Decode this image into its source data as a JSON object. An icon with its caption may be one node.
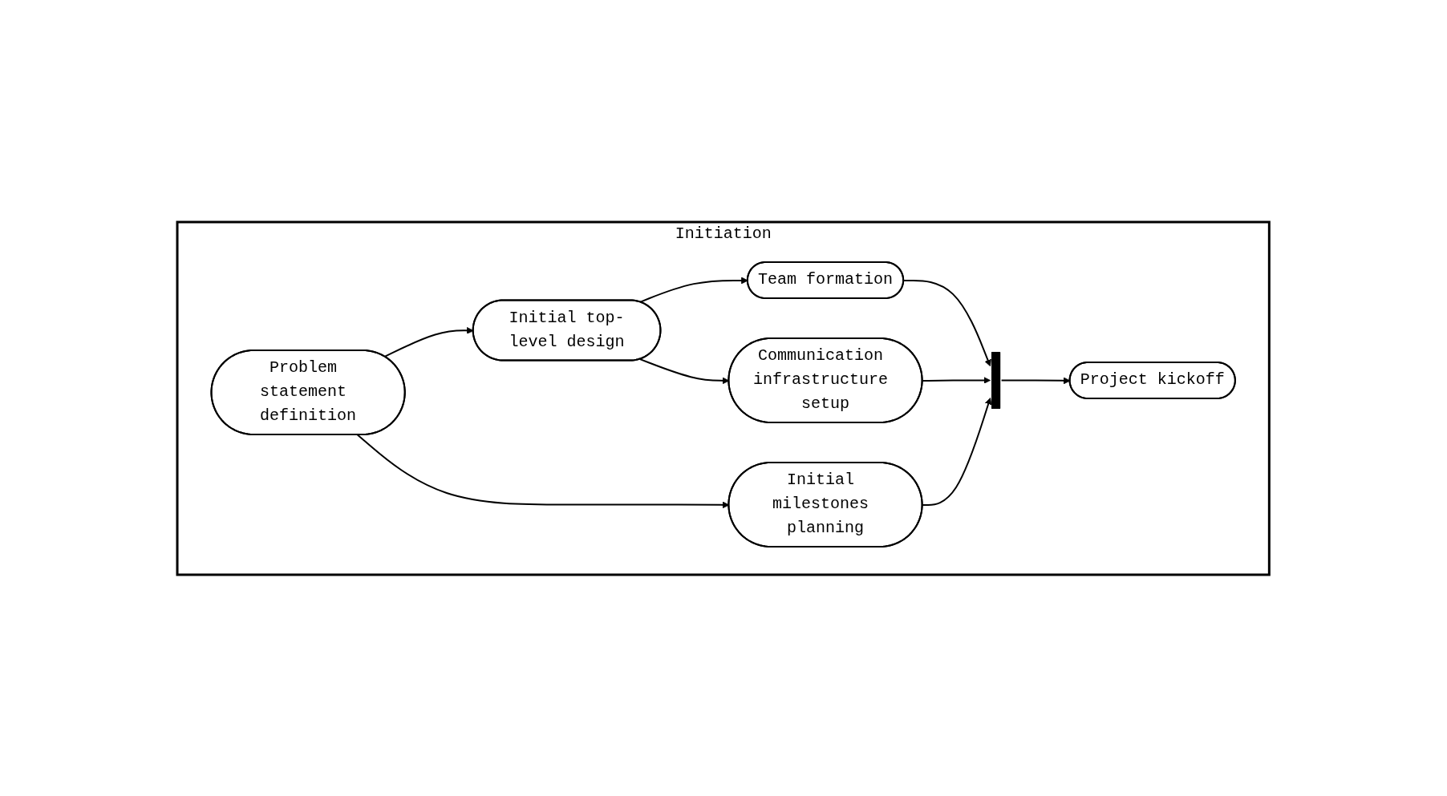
{
  "diagram": {
    "nodes": [
      {
        "text": [
          "Initiation"
        ]
      },
      {
        "text": [
          "Problem statement definition"
        ],
        "in": 0
      },
      {
        "text": [
          "Initial top-level design"
        ],
        "in": 0
      },
      {
        "text": [
          "Initial milestones planning"
        ],
        "in": 0
      },
      {
        "text": [
          "Team formation"
        ],
        "in": 0
      },
      {
        "text": [
          "Communication infrastructure setup"
        ],
        "in": 0
      },
      {
        "text": [],
        "shape": "bar",
        "in": 0
      },
      {
        "text": [
          "Project kickoff"
        ],
        "in": 0
      }
    ],
    "edges": [
      {
        "from": 1,
        "to": 2,
        "arrow": "to"
      },
      {
        "from": 1,
        "to": 3,
        "arrow": "to"
      },
      {
        "from": 2,
        "to": 4,
        "arrow": "to"
      },
      {
        "from": 2,
        "to": 5,
        "arrow": "to"
      },
      {
        "from": 4,
        "to": 6,
        "arrow": "to"
      },
      {
        "from": 5,
        "to": 6,
        "arrow": "to"
      },
      {
        "from": 3,
        "to": 6,
        "arrow": "to"
      },
      {
        "from": 6,
        "to": 7,
        "arrow": "to"
      }
    ]
  }
}
